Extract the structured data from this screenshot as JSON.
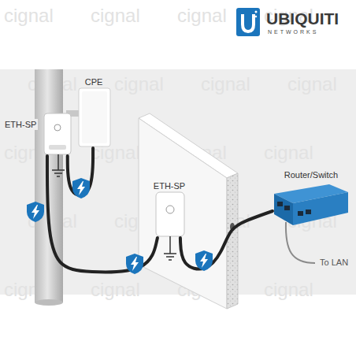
{
  "diagram": {
    "nodes": [
      {
        "text": [
          "CPE"
        ]
      },
      {
        "text": [
          "ETH-SP"
        ]
      },
      {
        "text": [
          "ETH-SP"
        ]
      },
      {
        "text": [
          "Router/Switch"
        ]
      }
    ],
    "edges": [
      {
        "from": 0,
        "to": 1,
        "arrow": "none"
      },
      {
        "from": 1,
        "to": 2,
        "arrow": "none"
      },
      {
        "from": 2,
        "to": 3,
        "arrow": "none"
      }
    ],
    "labels": [
      "UBIQUITI",
      "NETWORKS",
      "To LAN",
      "cignal",
      "cignal",
      "cignal",
      "cignal",
      "cignal",
      "cignal",
      "cignal",
      "cignal",
      "cignal",
      "cignal",
      "cignal",
      "cignal",
      "cignal",
      "cignal",
      "cignal",
      "cignal",
      "cignal",
      "cignal",
      "cignal",
      "cignal"
    ]
  }
}
